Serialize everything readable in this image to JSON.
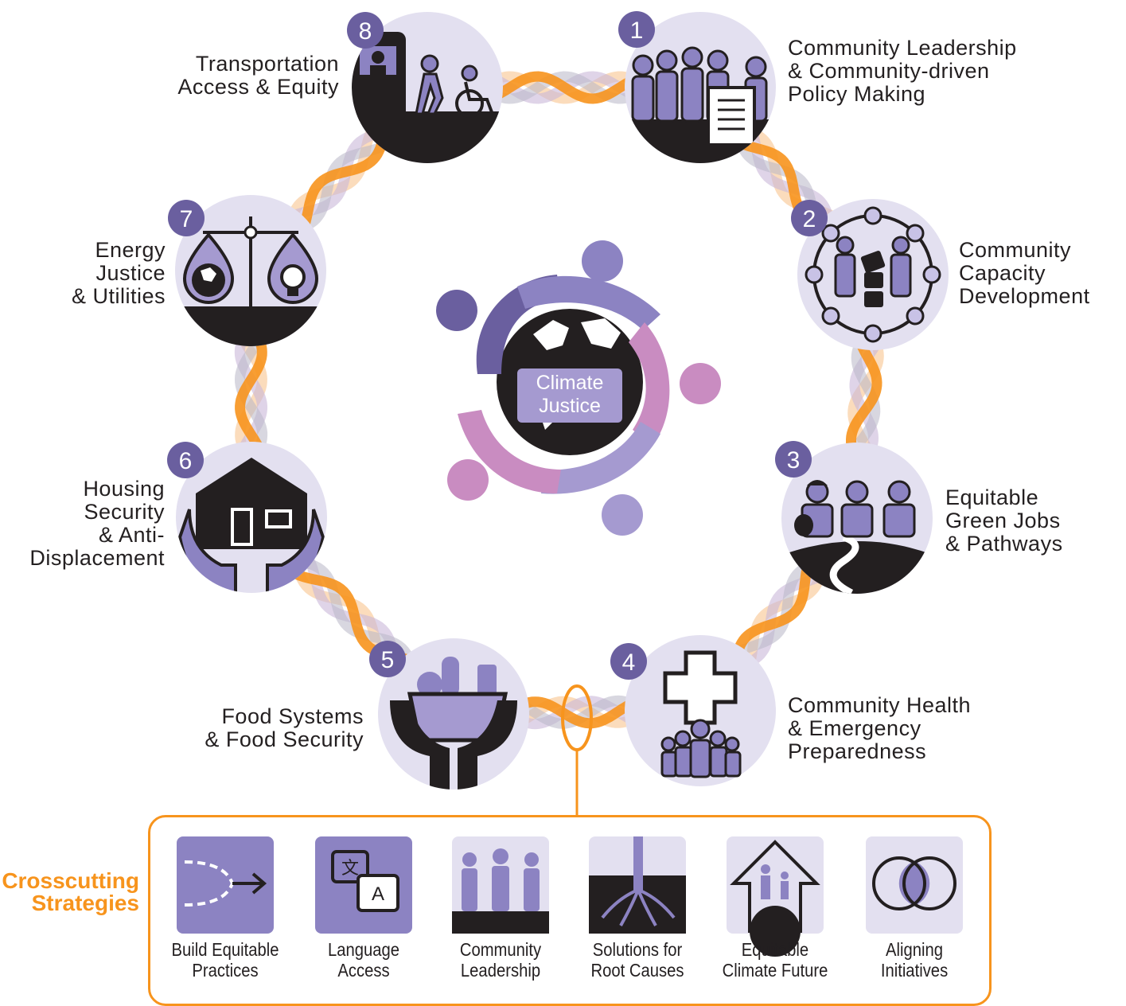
{
  "center": {
    "line1": "Climate",
    "line2": "Justice"
  },
  "pillars": [
    {
      "number": "1",
      "lines": [
        "Community Leadership",
        "& Community-driven",
        "Policy Making"
      ],
      "icon": "community-leadership-policy-icon"
    },
    {
      "number": "2",
      "lines": [
        "Community",
        "Capacity",
        "Development"
      ],
      "icon": "capacity-network-icon"
    },
    {
      "number": "3",
      "lines": [
        "Equitable",
        "Green Jobs",
        "& Pathways"
      ],
      "icon": "green-jobs-workers-icon"
    },
    {
      "number": "4",
      "lines": [
        "Community Health",
        "& Emergency",
        "Preparedness"
      ],
      "icon": "health-cross-people-icon"
    },
    {
      "number": "5",
      "lines": [
        "Food Systems",
        "& Food Security"
      ],
      "icon": "food-bowl-hands-icon"
    },
    {
      "number": "6",
      "lines": [
        "Housing",
        "Security",
        "& Anti-",
        "Displacement"
      ],
      "icon": "house-hands-icon"
    },
    {
      "number": "7",
      "lines": [
        "Energy",
        "Justice",
        "& Utilities"
      ],
      "icon": "scale-globe-bulb-icon"
    },
    {
      "number": "8",
      "lines": [
        "Transportation",
        "Access & Equity"
      ],
      "icon": "bus-pedestrian-wheelchair-icon"
    }
  ],
  "crosscutting": {
    "title_line1": "Crosscutting",
    "title_line2": "Strategies",
    "items": [
      {
        "lines": [
          "Build Equitable",
          "Practices"
        ],
        "icon": "merge-arrow-icon"
      },
      {
        "lines": [
          "Language",
          "Access"
        ],
        "icon": "translation-bubbles-icon"
      },
      {
        "lines": [
          "Community",
          "Leadership"
        ],
        "icon": "raised-hands-people-icon"
      },
      {
        "lines": [
          "Solutions for",
          "Root Causes"
        ],
        "icon": "tree-roots-icon"
      },
      {
        "lines": [
          "Equitable",
          "Climate Future"
        ],
        "icon": "family-globe-arrow-icon"
      },
      {
        "lines": [
          "Aligning",
          "Initiatives"
        ],
        "icon": "overlapping-circles-icon"
      }
    ]
  },
  "colors": {
    "purple_dark": "#6a5f9f",
    "purple_mid": "#8c83c2",
    "purple_light": "#e3e0f0",
    "pink": "#c98cc1",
    "orange": "#f7941d",
    "black": "#231f20"
  }
}
